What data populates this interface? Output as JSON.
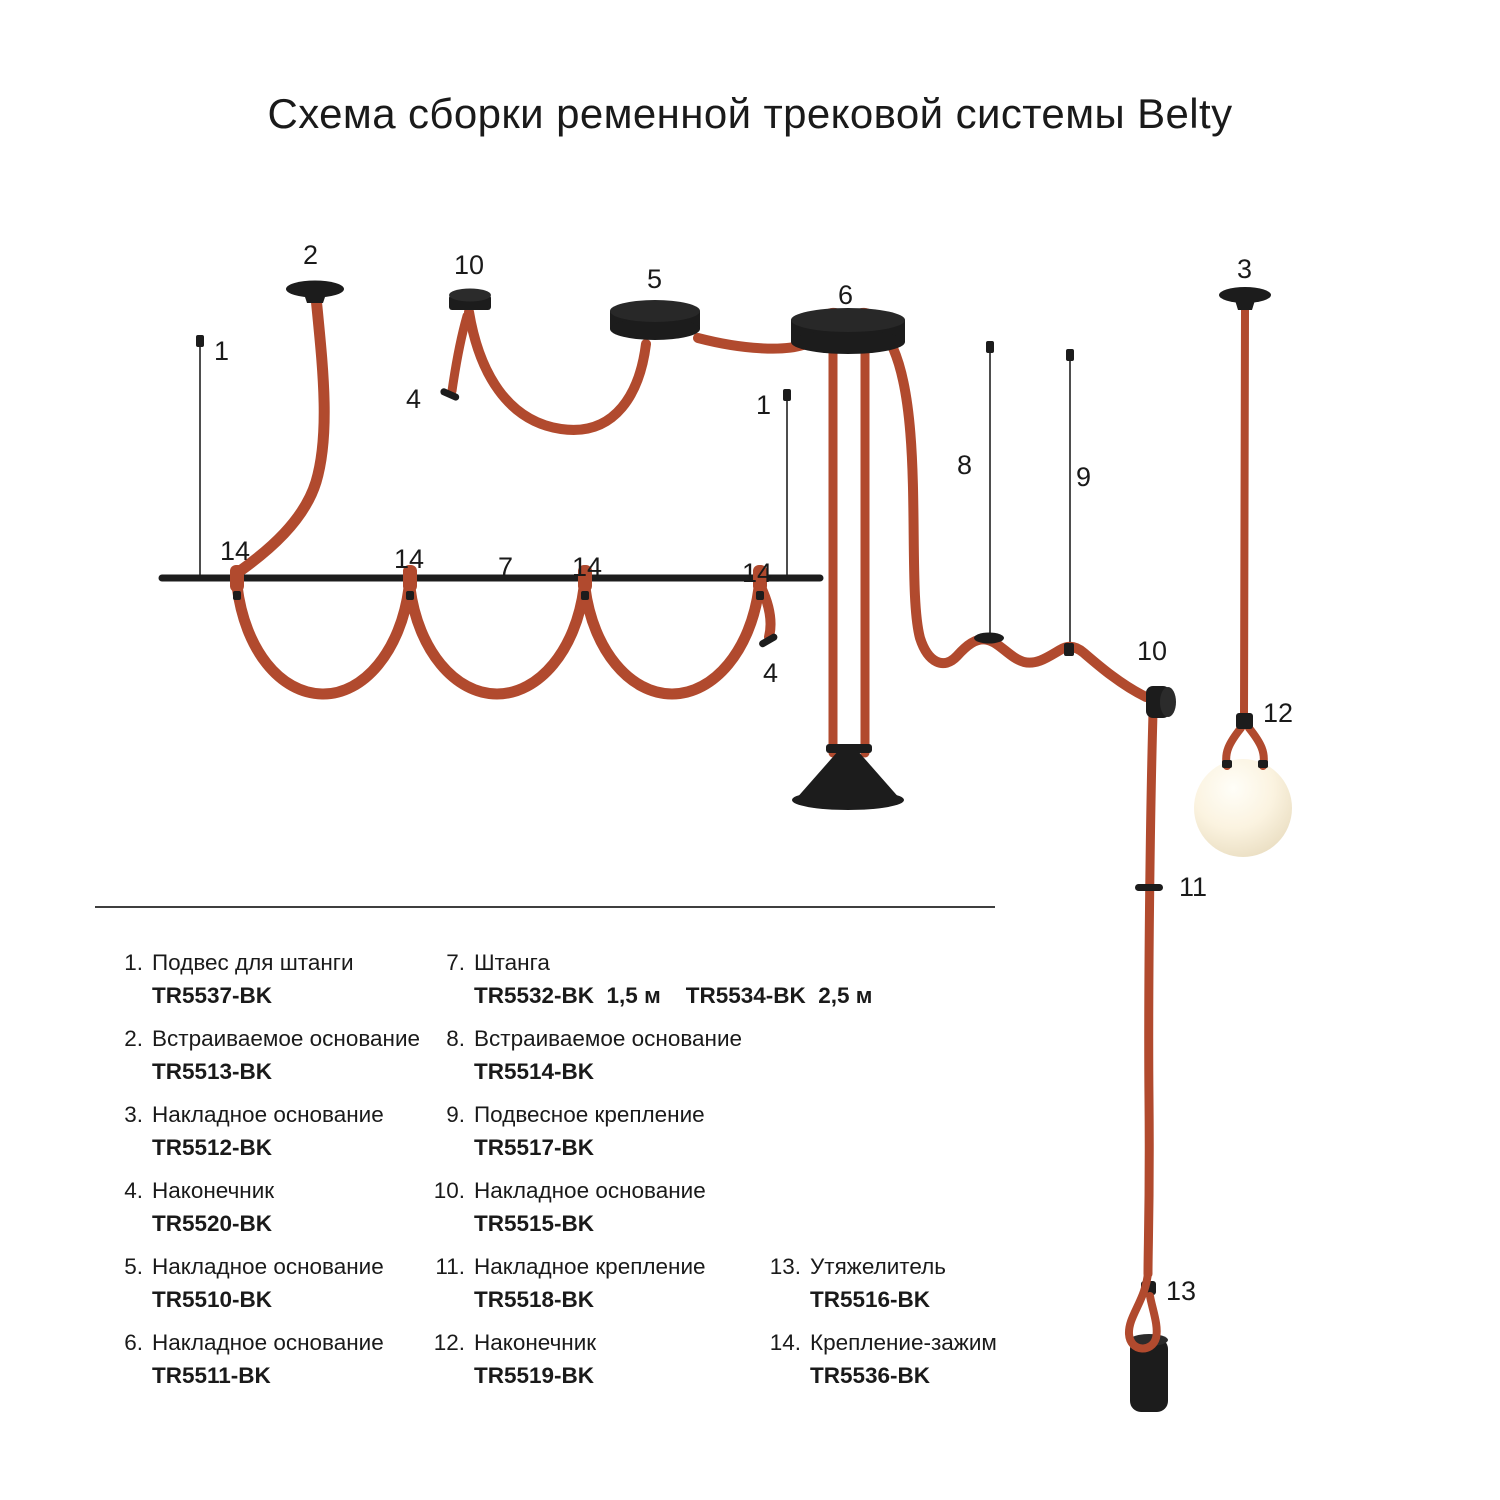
{
  "title": "Схема сборки ременной трековой системы Belty",
  "colors": {
    "belt": "#b14a2e",
    "hardware": "#1c1c1c",
    "text": "#1a1a1a"
  },
  "diagram": {
    "labels": [
      "1",
      "2",
      "10",
      "4",
      "5",
      "6",
      "1",
      "8",
      "9",
      "14",
      "14",
      "7",
      "14",
      "14",
      "4",
      "10",
      "3",
      "12",
      "11",
      "13"
    ]
  },
  "legend": {
    "items": [
      {
        "num": "1.",
        "name": "Подвес для штанги",
        "code": "TR5537-BK"
      },
      {
        "num": "2.",
        "name": "Встраиваемое основание",
        "code": "TR5513-BK"
      },
      {
        "num": "3.",
        "name": "Накладное основание",
        "code": "TR5512-BK"
      },
      {
        "num": "4.",
        "name": "Наконечник",
        "code": "TR5520-BK"
      },
      {
        "num": "5.",
        "name": "Накладное основание",
        "code": "TR5510-BK"
      },
      {
        "num": "6.",
        "name": "Накладное основание",
        "code": "TR5511-BK"
      },
      {
        "num": "7.",
        "name": "Штанга",
        "code": "TR5532-BK  1,5 м    TR5534-BK  2,5 м"
      },
      {
        "num": "8.",
        "name": "Встраиваемое основание",
        "code": "TR5514-BK"
      },
      {
        "num": "9.",
        "name": "Подвесное крепление",
        "code": "TR5517-BK"
      },
      {
        "num": "10.",
        "name": "Накладное основание",
        "code": "TR5515-BK"
      },
      {
        "num": "11.",
        "name": "Накладное крепление",
        "code": "TR5518-BK"
      },
      {
        "num": "12.",
        "name": "Наконечник",
        "code": "TR5519-BK"
      },
      {
        "num": "13.",
        "name": "Утяжелитель",
        "code": "TR5516-BK"
      },
      {
        "num": "14.",
        "name": "Крепление-зажим",
        "code": "TR5536-BK"
      }
    ]
  }
}
